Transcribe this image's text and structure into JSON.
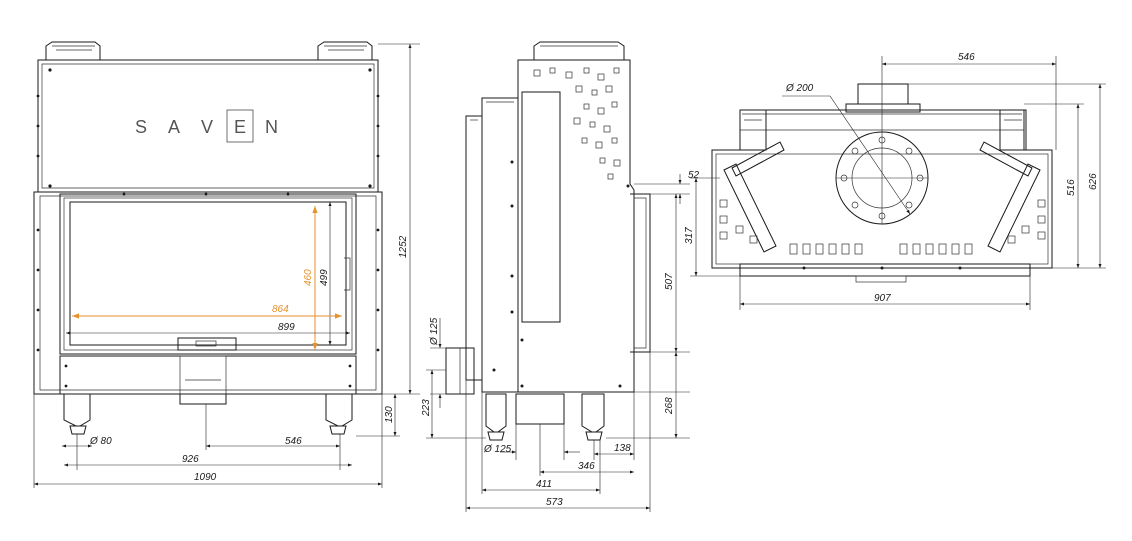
{
  "brand": {
    "letters": [
      "S",
      "A",
      "V",
      "E",
      "N"
    ]
  },
  "colors": {
    "line": "#1a1a1a",
    "accent": "#e8912c"
  },
  "front_view": {
    "dims": {
      "total_height": "1252",
      "glass_height": "499",
      "glass_visible_height": "460",
      "glass_visible_width": "864",
      "glass_width": "899",
      "leg_height": "130",
      "flue_diameter": "Ø 80",
      "flue_offset": "546",
      "legs_span": "926",
      "total_width": "1090"
    }
  },
  "side_view": {
    "dims": {
      "top_offset": "52",
      "door_height": "507",
      "lower_height": "268",
      "side_flue_diameter": "Ø 125",
      "side_flue_height": "223",
      "bottom_flue_diameter": "Ø 125",
      "depth_138": "138",
      "depth_346": "346",
      "depth_411": "411",
      "total_depth": "573"
    }
  },
  "top_view": {
    "dims": {
      "flue_offset": "546",
      "collar_diameter": "Ø 200",
      "depth_516": "516",
      "depth_626": "626",
      "front_depth": "317",
      "width": "907"
    }
  }
}
